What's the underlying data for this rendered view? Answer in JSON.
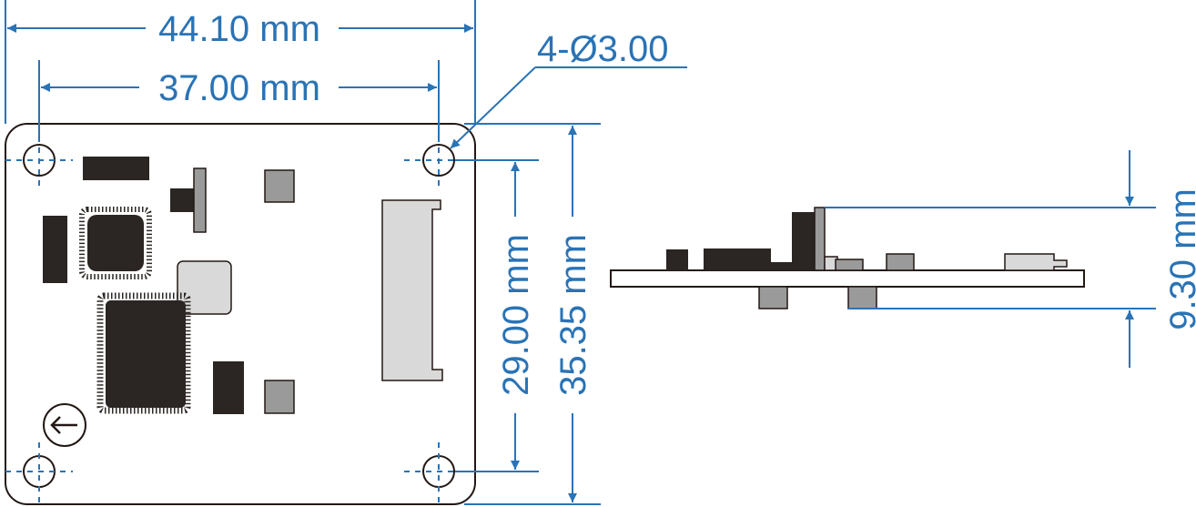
{
  "dimensions": {
    "overall_width": "44.10 mm",
    "hole_spacing_width": "37.00 mm",
    "hole_callout": "4-Ø3.00",
    "hole_spacing_height": "29.00 mm",
    "overall_height": "35.35 mm",
    "side_height": "9.30 mm"
  },
  "colors": {
    "dimension": "#2a73b5",
    "outline": "#231815",
    "chip": "#2b2523",
    "grey_component": "#9a9a9a",
    "light_component": "#d9d9d9"
  },
  "icons": {
    "direction_marker": "arrow-left-icon"
  }
}
